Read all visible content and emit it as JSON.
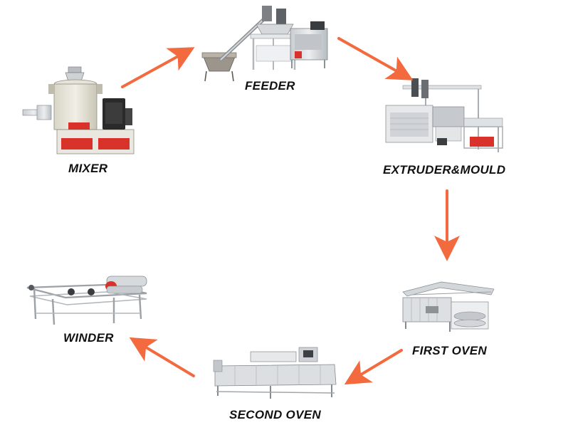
{
  "diagram": {
    "stages": {
      "mixer": "MIXER",
      "feeder": "FEEDER",
      "extruder": "EXTRUDER&MOULD",
      "first_oven": "FIRST OVEN",
      "second_oven": "SECOND OVEN",
      "winder": "WINDER"
    },
    "arrow_color": "#f26a3d",
    "machine_frame_color": "#d9dcdf",
    "machine_accent_color": "#d8322a",
    "motor_color": "#2a2a2a"
  }
}
